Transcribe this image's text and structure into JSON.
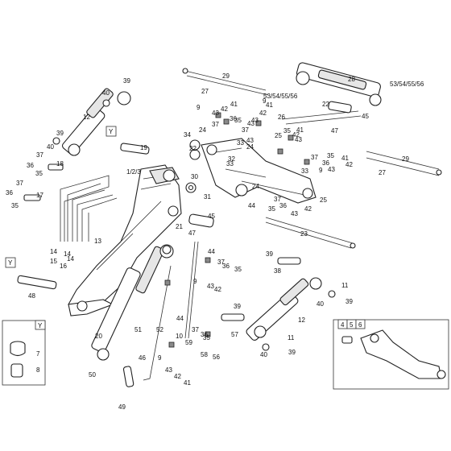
{
  "diagram": {
    "callouts": [
      "1/2/3",
      "4",
      "5",
      "6",
      "7",
      "8",
      "9",
      "10",
      "11",
      "12",
      "13",
      "14",
      "15",
      "16",
      "17",
      "18",
      "19",
      "20",
      "21",
      "22",
      "23",
      "24",
      "25",
      "26",
      "27",
      "28",
      "29",
      "30",
      "31",
      "32",
      "33",
      "34",
      "35",
      "36",
      "37",
      "38",
      "39",
      "40",
      "41",
      "42",
      "43",
      "44",
      "45",
      "46",
      "47",
      "48",
      "49",
      "50",
      "51",
      "52",
      "53/54/55/56",
      "57",
      "58",
      "59"
    ],
    "view_tag": "Y",
    "inset_detail_label": "Y",
    "inset_variant_labels": [
      "4",
      "5",
      "6"
    ]
  },
  "colors": {
    "line": "#222222",
    "shade": "#e6e6e6",
    "background": "#ffffff"
  }
}
